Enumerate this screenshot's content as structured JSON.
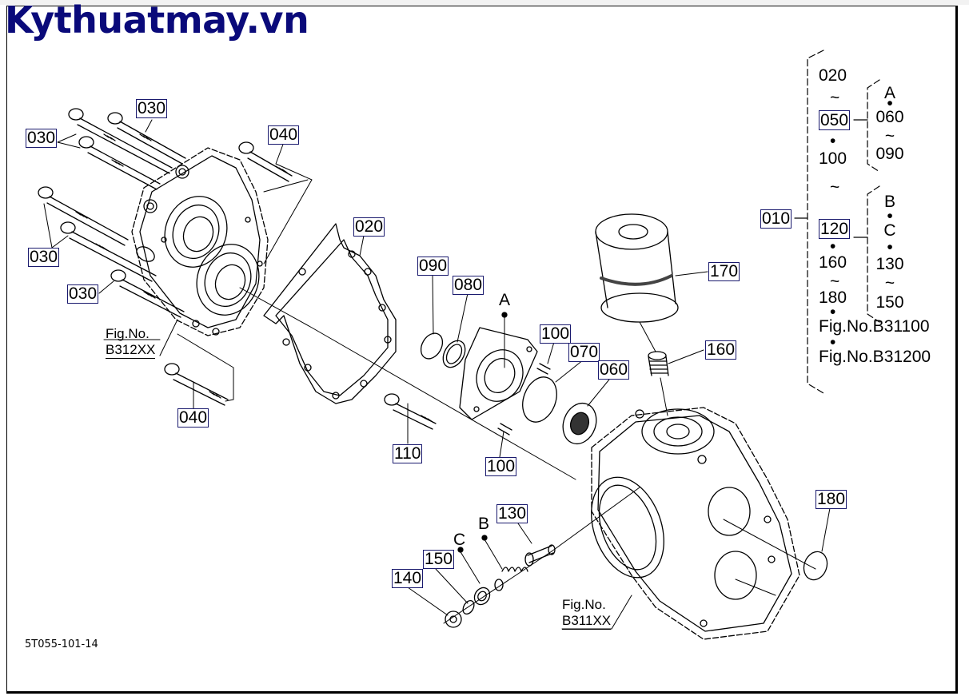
{
  "watermark": "Kythuatmay.vn",
  "drawing_code": "5T055-101-14",
  "callouts": {
    "c030_top": "030",
    "c030_left1": "030",
    "c040_top": "040",
    "c030_left2": "030",
    "c030_left3": "030",
    "c040_bottom": "040",
    "c020": "020",
    "c090": "090",
    "c080": "080",
    "c100_top": "100",
    "c070": "070",
    "c060": "060",
    "c110": "110",
    "c100_bottom": "100",
    "c170": "170",
    "c160": "160",
    "c180": "180",
    "c130": "130",
    "c150": "150",
    "c140": "140"
  },
  "markers": {
    "A": "A",
    "B": "B",
    "C": "C"
  },
  "fig_refs": {
    "left_line1": "Fig.No.",
    "left_line2": "B312XX",
    "right_line1": "Fig.No.",
    "right_line2": "B311XX"
  },
  "legend_tree": {
    "root": "010",
    "col1": [
      "020",
      "~",
      "050",
      "•",
      "100",
      "~",
      "120",
      "•",
      "160",
      "~",
      "180",
      "•",
      "Fig.No.B31100",
      "•",
      "Fig.No.B31200"
    ],
    "group_a": [
      "A",
      "•",
      "060",
      "~",
      "090"
    ],
    "group_bc": [
      "B",
      "•",
      "C",
      "•",
      "130",
      "~",
      "150"
    ]
  }
}
